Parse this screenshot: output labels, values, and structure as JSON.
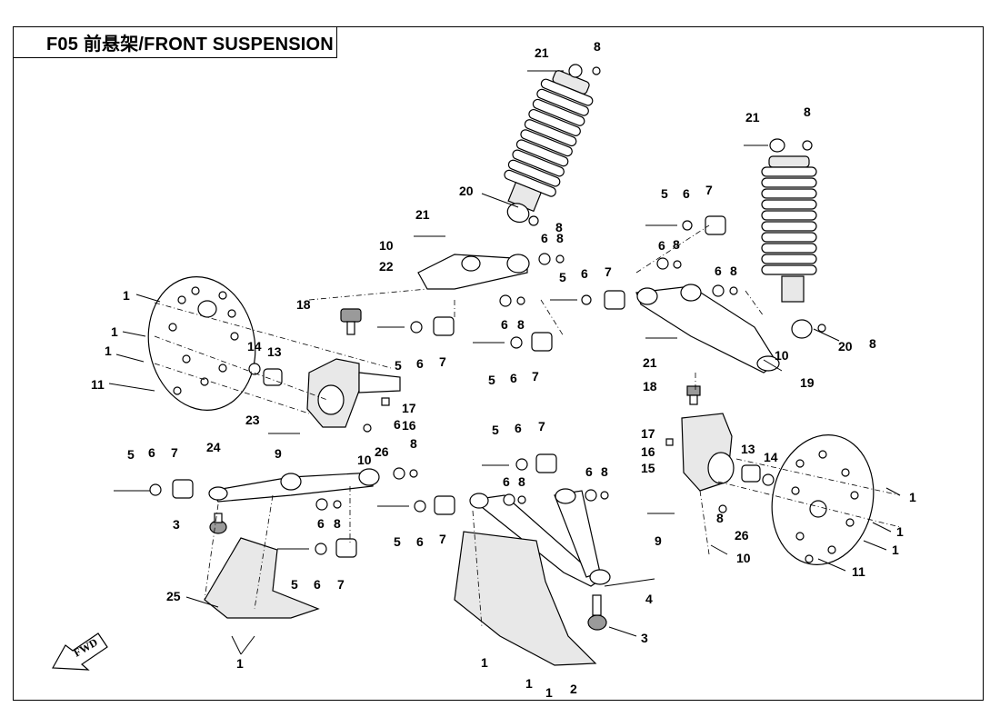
{
  "header": {
    "title": "F05 前悬架/FRONT SUSPENSION"
  },
  "fwd_label": "FWD",
  "callouts": [
    {
      "id": "c-21-top",
      "text": "21"
    },
    {
      "id": "c-8-top",
      "text": "8"
    },
    {
      "id": "c-21-rshock",
      "text": "21"
    },
    {
      "id": "c-8-rshock",
      "text": "8"
    },
    {
      "id": "c-20-left",
      "text": "20"
    },
    {
      "id": "c-8-shockbottom",
      "text": "8"
    },
    {
      "id": "c-21-mid",
      "text": "21"
    },
    {
      "id": "c-10-mid",
      "text": "10"
    },
    {
      "id": "c-22",
      "text": "22"
    },
    {
      "id": "c-6-mid",
      "text": "6"
    },
    {
      "id": "c-8-mid",
      "text": "8"
    },
    {
      "id": "c-5-ur",
      "text": "5"
    },
    {
      "id": "c-6-ur",
      "text": "6"
    },
    {
      "id": "c-7-ur",
      "text": "7"
    },
    {
      "id": "c-6-ur2",
      "text": "6"
    },
    {
      "id": "c-8-ur2",
      "text": "8"
    },
    {
      "id": "c-5-ur3",
      "text": "5"
    },
    {
      "id": "c-6-ur3",
      "text": "6"
    },
    {
      "id": "c-7-ur3",
      "text": "7"
    },
    {
      "id": "c-6-ur4",
      "text": "6"
    },
    {
      "id": "c-8-ur4",
      "text": "8"
    },
    {
      "id": "c-1-a",
      "text": "1"
    },
    {
      "id": "c-1-b",
      "text": "1"
    },
    {
      "id": "c-1-c",
      "text": "1"
    },
    {
      "id": "c-11-left",
      "text": "11"
    },
    {
      "id": "c-18-left",
      "text": "18"
    },
    {
      "id": "c-6-ml",
      "text": "6"
    },
    {
      "id": "c-8-ml",
      "text": "8"
    },
    {
      "id": "c-14-left",
      "text": "14"
    },
    {
      "id": "c-13-left",
      "text": "13"
    },
    {
      "id": "c-5-ml",
      "text": "5"
    },
    {
      "id": "c-6-ml2",
      "text": "6"
    },
    {
      "id": "c-7-ml",
      "text": "7"
    },
    {
      "id": "c-5-ml3",
      "text": "5"
    },
    {
      "id": "c-6-ml3",
      "text": "6"
    },
    {
      "id": "c-7-ml3",
      "text": "7"
    },
    {
      "id": "c-21-r",
      "text": "21"
    },
    {
      "id": "c-10-r",
      "text": "10"
    },
    {
      "id": "c-20-r",
      "text": "20"
    },
    {
      "id": "c-8-r",
      "text": "8"
    },
    {
      "id": "c-19",
      "text": "19"
    },
    {
      "id": "c-18-right",
      "text": "18"
    },
    {
      "id": "c-17-left",
      "text": "17"
    },
    {
      "id": "c-16-left",
      "text": "16"
    },
    {
      "id": "c-23",
      "text": "23"
    },
    {
      "id": "c-9-left",
      "text": "9"
    },
    {
      "id": "c-10-left",
      "text": "10"
    },
    {
      "id": "c-26-left",
      "text": "26"
    },
    {
      "id": "c-6-l",
      "text": "6"
    },
    {
      "id": "c-8-l",
      "text": "8"
    },
    {
      "id": "c-24",
      "text": "24"
    },
    {
      "id": "c-5-l",
      "text": "5"
    },
    {
      "id": "c-6-l2",
      "text": "6"
    },
    {
      "id": "c-7-l",
      "text": "7"
    },
    {
      "id": "c-6-l3",
      "text": "6"
    },
    {
      "id": "c-8-l3",
      "text": "8"
    },
    {
      "id": "c-3-left",
      "text": "3"
    },
    {
      "id": "c-5-l4",
      "text": "5"
    },
    {
      "id": "c-6-l4",
      "text": "6"
    },
    {
      "id": "c-7-l4",
      "text": "7"
    },
    {
      "id": "c-25",
      "text": "25"
    },
    {
      "id": "c-1-bl",
      "text": "1"
    },
    {
      "id": "c-5-c",
      "text": "5"
    },
    {
      "id": "c-6-c",
      "text": "6"
    },
    {
      "id": "c-7-c",
      "text": "7"
    },
    {
      "id": "c-6-c2",
      "text": "6"
    },
    {
      "id": "c-8-c2",
      "text": "8"
    },
    {
      "id": "c-6-c3",
      "text": "6"
    },
    {
      "id": "c-8-c3",
      "text": "8"
    },
    {
      "id": "c-5-c4",
      "text": "5"
    },
    {
      "id": "c-6-c4",
      "text": "6"
    },
    {
      "id": "c-7-c4",
      "text": "7"
    },
    {
      "id": "c-17-right",
      "text": "17"
    },
    {
      "id": "c-16-right",
      "text": "16"
    },
    {
      "id": "c-15",
      "text": "15"
    },
    {
      "id": "c-13-right",
      "text": "13"
    },
    {
      "id": "c-14-right",
      "text": "14"
    },
    {
      "id": "c-1-r1",
      "text": "1"
    },
    {
      "id": "c-1-r2",
      "text": "1"
    },
    {
      "id": "c-1-r3",
      "text": "1"
    },
    {
      "id": "c-9-right",
      "text": "9"
    },
    {
      "id": "c-8-right2",
      "text": "8"
    },
    {
      "id": "c-26-right",
      "text": "26"
    },
    {
      "id": "c-10-right2",
      "text": "10"
    },
    {
      "id": "c-11-right",
      "text": "11"
    },
    {
      "id": "c-4",
      "text": "4"
    },
    {
      "id": "c-3-right",
      "text": "3"
    },
    {
      "id": "c-1-bc1",
      "text": "1"
    },
    {
      "id": "c-1-bc2",
      "text": "1"
    },
    {
      "id": "c-1-bc3",
      "text": "1"
    },
    {
      "id": "c-2",
      "text": "2"
    }
  ]
}
